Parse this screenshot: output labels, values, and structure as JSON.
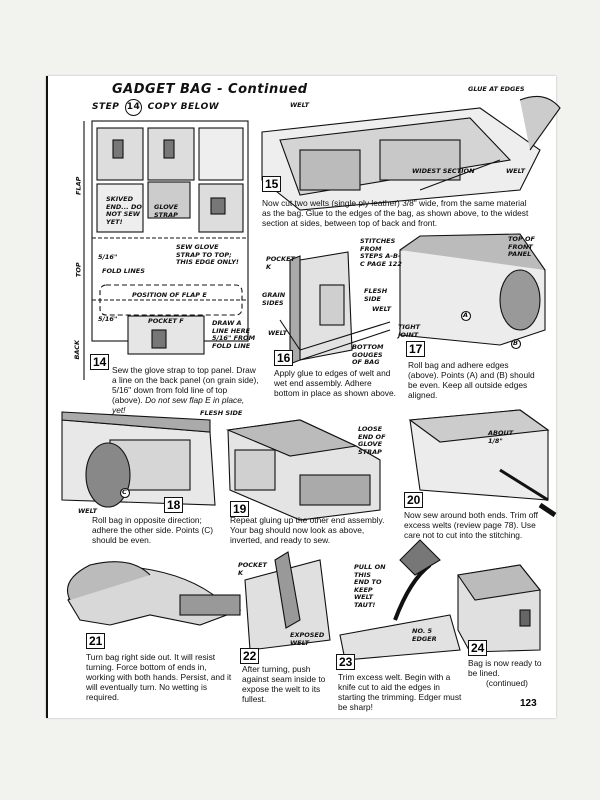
{
  "header": {
    "title": "GADGET BAG - Continued",
    "step_prefix": "STEP",
    "step_num": "14",
    "copy_below": "COPY BELOW"
  },
  "labels": {
    "welt_top": "WELT",
    "glue_at_edges": "GLUE AT EDGES",
    "widest_section": "WIDEST SECTION",
    "welt_right": "WELT",
    "skived_end": "SKIVED END... DO NOT SEW YET!",
    "glove_strap": "GLOVE STRAP",
    "sew_glove_strap": "SEW GLOVE STRAP TO TOP; THIS EDGE ONLY!",
    "dim_5_16": "5/16\"",
    "fold_lines": "FOLD LINES",
    "position_of_flap": "POSITION OF FLAP E",
    "dim_5_16b": "5/16\"",
    "pocket_f": "POCKET F",
    "draw_line": "DRAW A LINE HERE 5/16\" FROM FOLD LINE",
    "side_flap": "FLAP",
    "side_top": "TOP",
    "side_back": "BACK",
    "stitches_from_steps": "STITCHES FROM STEPS A-B-C PAGE 122",
    "pocket_k": "POCKET K",
    "grain_sides": "GRAIN SIDES",
    "flesh_side": "FLESH SIDE",
    "welt_16a": "WELT",
    "welt_16b": "WELT",
    "bottom_gouges": "BOTTOM GOUGES OF BAG",
    "top_of_front_panel": "TOP OF FRONT PANEL",
    "tight_joint": "TIGHT JOINT",
    "mark_a": "A",
    "mark_b": "B",
    "flesh_side_18": "FLESH SIDE",
    "welt_18": "WELT",
    "mark_c": "C",
    "loose_end": "LOOSE END OF GLOVE STRAP",
    "about_1_8": "ABOUT 1/8\"",
    "pocket_k_22": "POCKET K",
    "exposed_welt": "EXPOSED WELT",
    "pull_on_this_end": "PULL ON THIS END TO KEEP WELT TAUT!",
    "no5_edger": "NO. 5 EDGER"
  },
  "figures": [
    "14",
    "15",
    "16",
    "17",
    "18",
    "19",
    "20",
    "21",
    "22",
    "23",
    "24"
  ],
  "captions": {
    "c14": "Sew the glove strap to top panel. Draw a line on the back panel (on grain side), 5/16\" down from fold line of top (above).",
    "c14_italic": "Do not sew flap E in place, yet!",
    "c15": "Now cut two welts (single ply leather) 3/8\" wide, from the same material as the bag. Glue to the edges of the bag, as shown above, to the widest section at sides, between top of back and front.",
    "c16": "Apply glue to edges of welt and wet end assembly. Adhere bottom in place as shown above.",
    "c17": "Roll bag and adhere edges (above). Points (A) and (B) should be even. Keep all outside edges aligned.",
    "c18": "Roll bag in opposite direction; adhere the other side. Points (C) should be even.",
    "c19": "Repeat gluing up the other end assembly. Your bag should now look as above, inverted, and ready to sew.",
    "c20": "Now sew around both ends. Trim off excess welts (review page 78). Use care not to cut into the stitching.",
    "c21": "Turn bag right side out. It will resist turning. Force bottom of ends in, working with both hands. Persist, and it will eventually turn. No wetting is required.",
    "c22": "After turning, push against seam inside to expose the welt to its fullest.",
    "c23": "Trim excess welt. Begin with a knife cut to aid the edges in starting the trimming. Edger must be sharp!",
    "c24": "Bag is now ready to be lined.",
    "c24b": "(continued)"
  },
  "page_number": "123"
}
